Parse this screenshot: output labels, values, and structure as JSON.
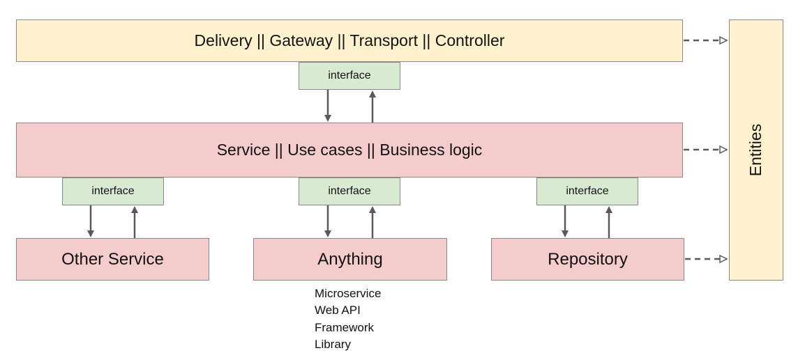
{
  "layers": {
    "delivery": "Delivery || Gateway || Transport || Controller",
    "service": "Service || Use cases || Business logic",
    "entities": "Entities"
  },
  "interfaces": {
    "top": "interface",
    "left": "interface",
    "middle": "interface",
    "right": "interface"
  },
  "dependencies": {
    "other_service": "Other Service",
    "anything": "Anything",
    "repository": "Repository"
  },
  "anything_examples": [
    "Microservice",
    "Web API",
    "Framework",
    "Library"
  ],
  "colors": {
    "layer_yellow": "#fff2cc",
    "layer_pink": "#f4cccc",
    "interface_green": "#d9ead3",
    "border_gray": "#8a8a8a",
    "arrow_gray": "#595959"
  }
}
